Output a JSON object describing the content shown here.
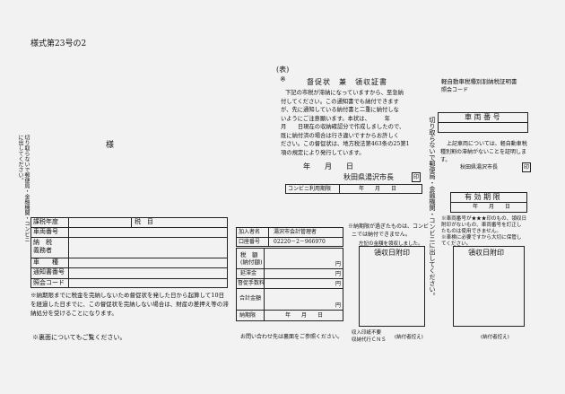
{
  "form_no": "様式第23号の2",
  "addressee_suffix": "様",
  "left_vertical_note": "切り取らないで郵便局・金融機関・コンビニに出してください。",
  "left_table": {
    "rows": [
      "課税年度",
      "車両番号",
      "納　税\n義務者",
      "車　　種",
      "通知書番号",
      "照会コード"
    ],
    "tax_item_label": "税　目"
  },
  "left_notice": "※納期限までに税金を完納しないため督促状を発した日から起算して10日を経過した日までに、この督促状を完納しない場合は、財産の差押え等の滞納処分を受けることになります。",
  "left_footnote": "※裏面についてもご覧ください。",
  "center": {
    "omote": "(表)",
    "title": "督促状　兼　領収証書",
    "body_lines": [
      "下記の市税が滞納になっていますから、至急納",
      "付してください。この通知書でも納付できます",
      "が、先に通知している納付書と二重に納付しな",
      "いようにご注意願います。本状は、　　　年",
      "月　　日現在の収納確認分で作成しましたので、",
      "既に納付済の場合は行き違いですからお許しく",
      "ださい。この督促状は、地方税法第463条の25第1",
      "項の規定により発行しています。"
    ],
    "date": "年　　月　　日",
    "mayor": "秋田県湯沢市長",
    "seal": "印",
    "konbini_deadline_label": "コンビニ利用期限",
    "konbini_deadline_date": "年　　月　　日",
    "payee_label": "加入者名",
    "payee": "湯沢市会計管理者",
    "account_label": "口座番号",
    "account": "02220－2－966970",
    "rows": [
      {
        "label": "税　額\n(納付額)",
        "unit": "円"
      },
      {
        "label": "延滞金",
        "unit": "円"
      },
      {
        "label": "督促手数料",
        "unit": "円"
      },
      {
        "label": "合計金額",
        "unit": "円"
      }
    ],
    "due_label": "納期限",
    "due_date": "年　　月　　日",
    "inquiry_note": "お問い合わせ先は裏面をご参照ください。",
    "expired_note_1": "※納期限が過ぎたものは、コンビ",
    "expired_note_2": "ニでは納付できません。",
    "amount_mismatch_note": "左記の金額を領収しました。",
    "receipt_stamp_title": "領収日附印",
    "receipt_footer_1": "収入印紙不要",
    "receipt_footer_2": "収納代行ＣＮＳ",
    "receipt_footer_3": "(納付者控え)"
  },
  "middle_vertical_note": "切り取らないで郵便局・金融機関・コンビニに出してください。",
  "right": {
    "title": "軽自動車税種別割納税証明書",
    "inquiry_code_label": "照会コード",
    "vehicle_no_label": "車 両 番 号",
    "cert_text_1": "上記車両については、軽自動車税",
    "cert_text_2": "種別割の滞納がないことを証明しま",
    "cert_text_3": "す。",
    "mayor": "秋田県湯沢市長",
    "seal": "印",
    "validity_label": "有 効 期 限",
    "validity_date": "年　　月　　日",
    "note_1": "※車両番号が★★★印のもの、領収日",
    "note_2": "附印がないもの、車両番号を訂正し",
    "note_3": "たものは使用できません。",
    "note_4": "※車検に必要ですから大切に保管し",
    "note_5": "てください。",
    "receipt_stamp_title": "領収日附印",
    "receipt_footer": "(納付者控え)"
  }
}
